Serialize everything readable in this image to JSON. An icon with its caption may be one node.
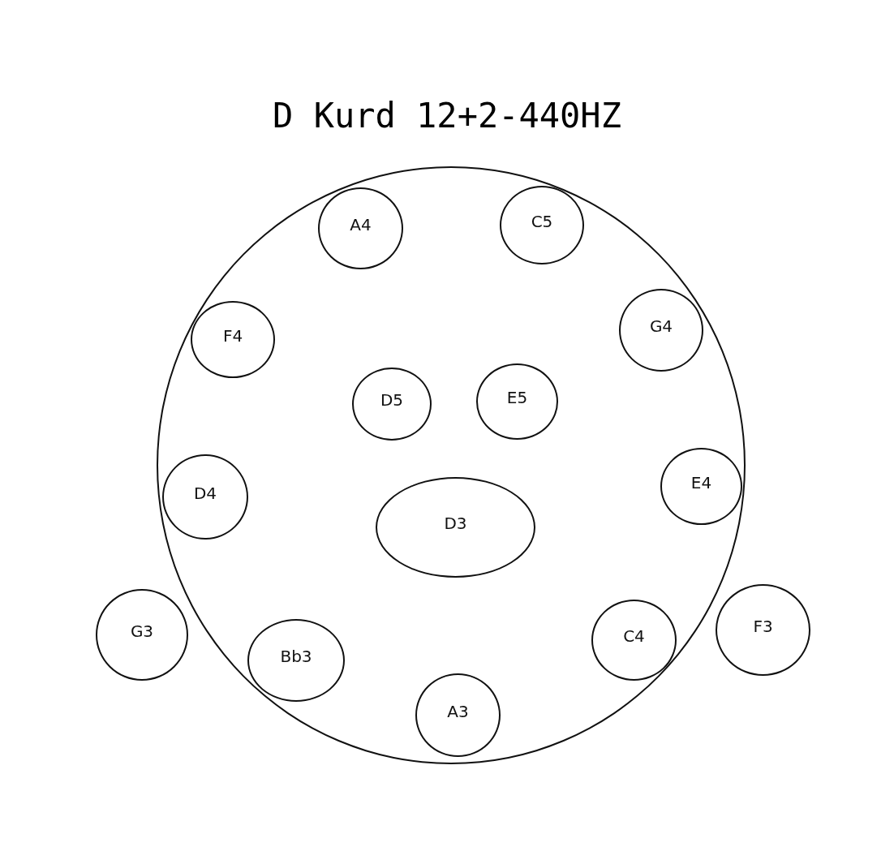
{
  "diagram": {
    "title": "D Kurd 12+2-440HZ",
    "nodes": [
      {
        "text": [],
        "shape": "circle"
      },
      {
        "text": [
          "A4"
        ],
        "in": 0
      },
      {
        "text": [
          "C5"
        ],
        "in": 0
      },
      {
        "text": [
          "F4"
        ],
        "in": 0
      },
      {
        "text": [
          "G4"
        ],
        "in": 0
      },
      {
        "text": [
          "D5"
        ],
        "in": 0
      },
      {
        "text": [
          "E5"
        ],
        "in": 0
      },
      {
        "text": [
          "D4"
        ],
        "in": 0
      },
      {
        "text": [
          "D3"
        ],
        "in": 0
      },
      {
        "text": [
          "E4"
        ],
        "in": 0
      },
      {
        "text": [
          "G3"
        ]
      },
      {
        "text": [
          "Bb3"
        ],
        "in": 0
      },
      {
        "text": [
          "C4"
        ],
        "in": 0
      },
      {
        "text": [
          "F3"
        ]
      },
      {
        "text": [
          "A3"
        ],
        "in": 0
      }
    ]
  }
}
